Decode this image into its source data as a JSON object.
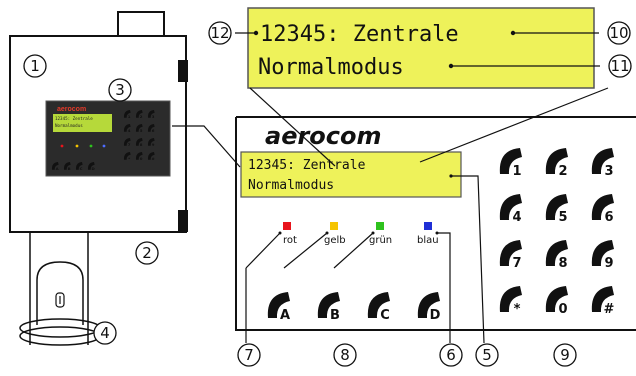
{
  "lcd_large": {
    "line1": "12345: Zentrale",
    "line2": "Normalmodus"
  },
  "lcd_small": {
    "line1": "12345: Zentrale",
    "line2": "Normalmodus"
  },
  "brand": "aerocom",
  "leds": [
    {
      "label": "rot",
      "color": "#e8141c"
    },
    {
      "label": "gelb",
      "color": "#f5c400"
    },
    {
      "label": "grün",
      "color": "#2ec21e"
    },
    {
      "label": "blau",
      "color": "#1f2fd6"
    }
  ],
  "function_keys": [
    "A",
    "B",
    "C",
    "D"
  ],
  "numpad_keys": [
    "1",
    "2",
    "3",
    "4",
    "5",
    "6",
    "7",
    "8",
    "9",
    "*",
    "0",
    "#"
  ],
  "callouts": [
    "1",
    "2",
    "3",
    "4",
    "5",
    "6",
    "7",
    "8",
    "9",
    "10",
    "11",
    "12"
  ],
  "thumbnail": {
    "brand": "aerocom",
    "line1": "12345: Zentrale",
    "line2": "Normalmodus"
  },
  "colors": {
    "lcd": "#eef25a",
    "thumb_panel": "#2b2b2b",
    "thumb_lcd": "#b6d93a",
    "thumb_brand": "#e23a2a"
  }
}
